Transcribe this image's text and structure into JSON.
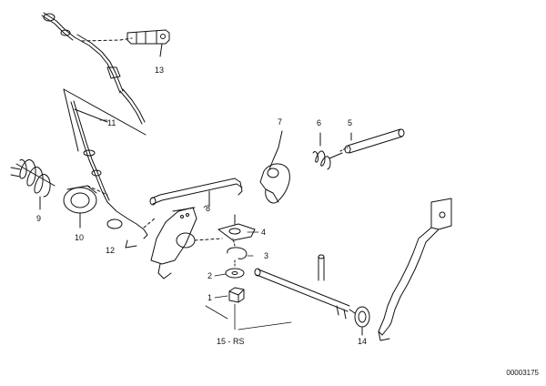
{
  "callouts": {
    "c1": "1",
    "c2": "2",
    "c3": "3",
    "c4": "4",
    "c5": "5",
    "c6": "6",
    "c7": "7",
    "c8": "8",
    "c9": "9",
    "c10": "10",
    "c11": "11",
    "c12": "12",
    "c13": "13",
    "c14": "14",
    "c15": "15 - RS"
  },
  "doc_id": "00003175"
}
